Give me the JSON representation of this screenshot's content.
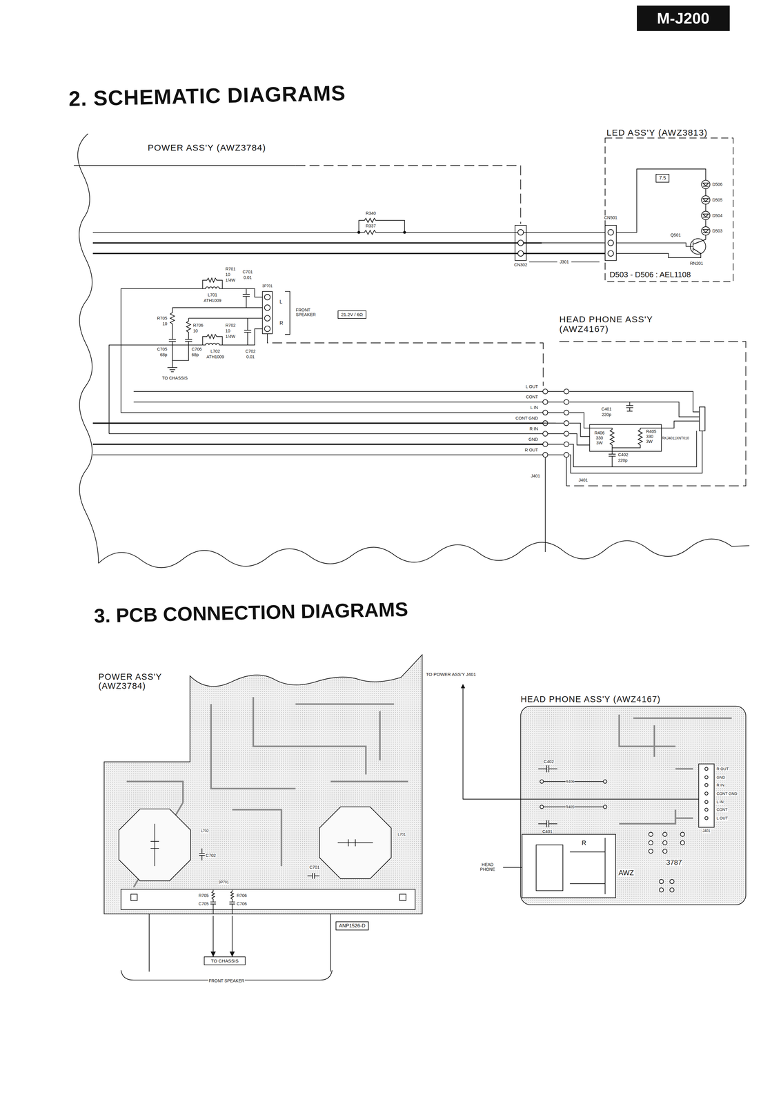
{
  "diagram": {
    "title": "2. SCHEMATIC DIAGRAMS",
    "nodes": [
      {
        "text": [
          "M-J200"
        ]
      },
      {
        "text": [
          "POWER ASS'Y (AWZ3784)"
        ]
      },
      {
        "text": [
          "LED ASS'Y (AWZ3813)"
        ]
      },
      {
        "text": [
          "7.5"
        ],
        "in": 2
      },
      {
        "text": [
          "21.2V / 6Ω"
        ],
        "in": 1
      },
      {
        "text": [
          "HEAD PHONE ASS'Y (AWZ4167)"
        ]
      },
      {
        "text": [
          "POWER ASS'Y (AWZ3784)"
        ]
      },
      {
        "text": [
          "ANP1526-D"
        ]
      },
      {
        "text": [
          "TO CHASSIS"
        ]
      },
      {
        "text": [
          "HEAD PHONE ASS'Y (AWZ4167)"
        ]
      }
    ],
    "edges": [
      {
        "from": 1,
        "to": 2,
        "arrow": "none"
      },
      {
        "from": 1,
        "to": 5,
        "arrow": "none"
      },
      {
        "from": 6,
        "to": 8,
        "arrow": "to"
      },
      {
        "from": 6,
        "to": 8,
        "arrow": "to"
      }
    ],
    "labels": [
      "3. PCB CONNECTION DIAGRAMS",
      "R340",
      "R337",
      "CN302",
      "J301",
      "CN501",
      "D506",
      "D505",
      "D504",
      "D503",
      "Q501",
      "RN201",
      "D503 - D506 : AEL1108",
      "R701",
      "10",
      "1/4W",
      "C701",
      "0.01",
      "L701",
      "ATH1009",
      "R705",
      "10",
      "R706",
      "10",
      "R702",
      "10",
      "1/4W",
      "C705",
      "68p",
      "C706",
      "68p",
      "L702",
      "ATH1009",
      "C702",
      "0.01",
      "TO CHASSIS",
      "3P701",
      "L",
      "R",
      "FRONT SPEAKER",
      "L OUT",
      "CONT",
      "L IN",
      "CONT GND",
      "R IN",
      "GND",
      "R OUT",
      "J401",
      "J401",
      "C401",
      "220p",
      "R406",
      "330",
      "3W",
      "R405",
      "330",
      "3W",
      "C402",
      "220p",
      "RKJ4011XNT010",
      "TO POWER ASS'Y J401",
      "C702",
      "C701",
      "3P701",
      "R705",
      "R706",
      "C705",
      "C706",
      "L702",
      "L701",
      "FRONT SPEAKER",
      "C402",
      "R406",
      "R405",
      "C401",
      "HEAD PHONE",
      "R",
      "AWZ",
      "3787",
      "R OUT",
      "GND",
      "R IN",
      "CONT GND",
      "L IN",
      "CONT",
      "L OUT",
      "J401"
    ]
  }
}
